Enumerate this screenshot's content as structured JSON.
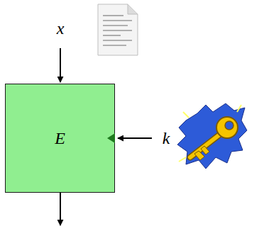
{
  "diagram": {
    "nodes": [
      {
        "text": [
          "E"
        ]
      }
    ],
    "labels": [
      "x",
      "k"
    ]
  }
}
